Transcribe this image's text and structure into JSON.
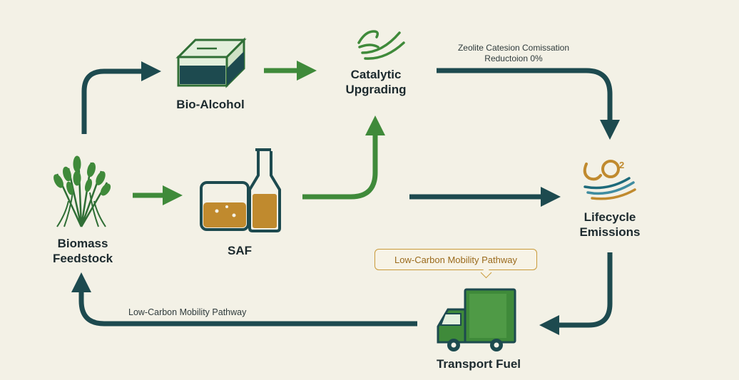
{
  "nodes": {
    "biomass": "Biomass\nFeedstock",
    "bio_alcohol": "Bio-Alcohol",
    "saf": "SAF",
    "catalytic": "Catalytic\nUpgrading",
    "lifecycle": "Lifecycle\nEmissions",
    "transport": "Transport Fuel"
  },
  "annotations": {
    "zeolite": "Zeolite Catesion Comissation\nReductoion 0%",
    "callout": "Low-Carbon Mobility Pathway",
    "return_path": "Low-Carbon Mobility Pathway",
    "co2_text": "CO",
    "co2_sub": "2"
  },
  "colors": {
    "dark_teal": "#1d4a4f",
    "green": "#3f8a3a",
    "amber": "#c08a2e",
    "background": "#f3f1e6"
  },
  "icons": [
    "wheat-icon",
    "box-icon",
    "flask-icon",
    "hand-leaf-icon",
    "co2-icon",
    "truck-icon"
  ]
}
